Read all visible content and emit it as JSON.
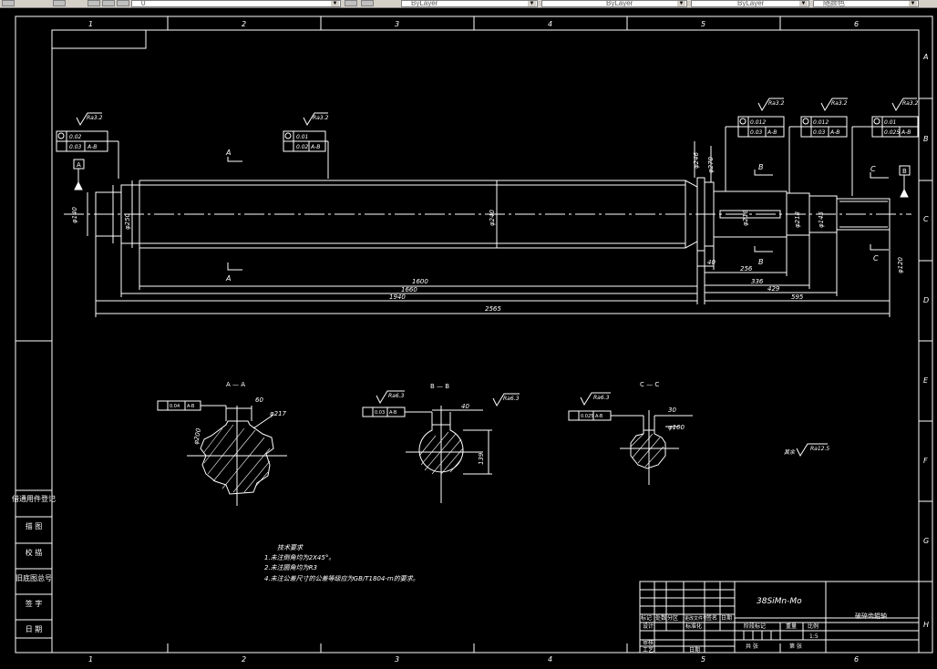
{
  "toolbar": {
    "layer_value": "0",
    "color_value": "ByLayer",
    "linetype_value": "ByLayer",
    "lineweight_value": "ByLayer",
    "plotstyle_value": "随颜色"
  },
  "frame": {
    "col_labels": [
      "1",
      "2",
      "3",
      "4",
      "5",
      "6"
    ],
    "row_labels": [
      "A",
      "B",
      "C",
      "D",
      "E",
      "F",
      "G",
      "H"
    ]
  },
  "side_table": [
    "借通用件登记",
    "描 图",
    "校 描",
    "旧底图总号",
    "签 字",
    "日 期"
  ],
  "dims": {
    "d_1600": "1600",
    "d_1660": "1660",
    "d_1940": "1940",
    "d_2565": "2565",
    "d_40": "40",
    "d_256": "256",
    "d_336": "336",
    "d_429": "429",
    "d_595": "595",
    "dia_left": "φ140",
    "dia_left2": "φ250",
    "dia_mid": "φ240",
    "dia_r1": "φ218",
    "dia_r2": "φ218",
    "dia_r3": "φ145",
    "dia_r4": "φ120",
    "dia_top1": "φ246",
    "dia_top2": "φ270"
  },
  "sections": {
    "a_title": "A — A",
    "b_title": "B — B",
    "c_title": "C — C",
    "a_label": "A",
    "b_label": "B",
    "c_label": "C",
    "a_dim1": "60",
    "a_dim2": "φ217",
    "a_dim3": "φ200",
    "b_dim1": "40",
    "b_dim2": "139",
    "c_dim1": "30",
    "c_dim2": "φ100"
  },
  "fcf": {
    "f1_val": "0.02",
    "f1b_val": "0.03",
    "f1_ref": "A-B",
    "f2_val": "0.01",
    "f2b_val": "0.02",
    "f2_ref": "A-B",
    "f3_val": "0.012",
    "f3b_val": "0.03",
    "f3_ref": "A-B",
    "f4_val": "0.012",
    "f4b_val": "0.03",
    "f4_ref": "A-B",
    "f5_val": "0.01",
    "f5b_val": "0.025",
    "f5_ref": "A-B",
    "sa_val": "0.04",
    "sa_ref": "A-B",
    "sb_val": "0.03",
    "sb_ref": "A-B",
    "sc_val": "0.025",
    "sc_ref": "A-B",
    "datum_a": "A",
    "datum_b": "B"
  },
  "roughness": {
    "ra32": "Ra3.2",
    "ra63": "Ra6.3",
    "ra125": "Ra12.5",
    "rest": "其余"
  },
  "notes": {
    "heading": "技术要求",
    "line1": "1.未注倒角均为2X45°。",
    "line2": "2.未注圆角均为R3",
    "line3": "4.未注公差尺寸的公差等级应为GB/T1804-m的要求。"
  },
  "title_block": {
    "material": "38SiMn-Mo",
    "part_name": "破碎齿辊轴",
    "stage": "阶段标记",
    "weight": "重量",
    "scale": "比例",
    "scale_val": "1:5",
    "sheets": "共 张",
    "sheet_no": "第 张",
    "mark": "标记",
    "count": "处数",
    "partition": "分区",
    "change_no": "更改文件号",
    "sign": "签名",
    "date": "日期",
    "design": "设计",
    "standardize": "标准化",
    "check": "审核",
    "process": "工艺",
    "approve": "日期"
  }
}
